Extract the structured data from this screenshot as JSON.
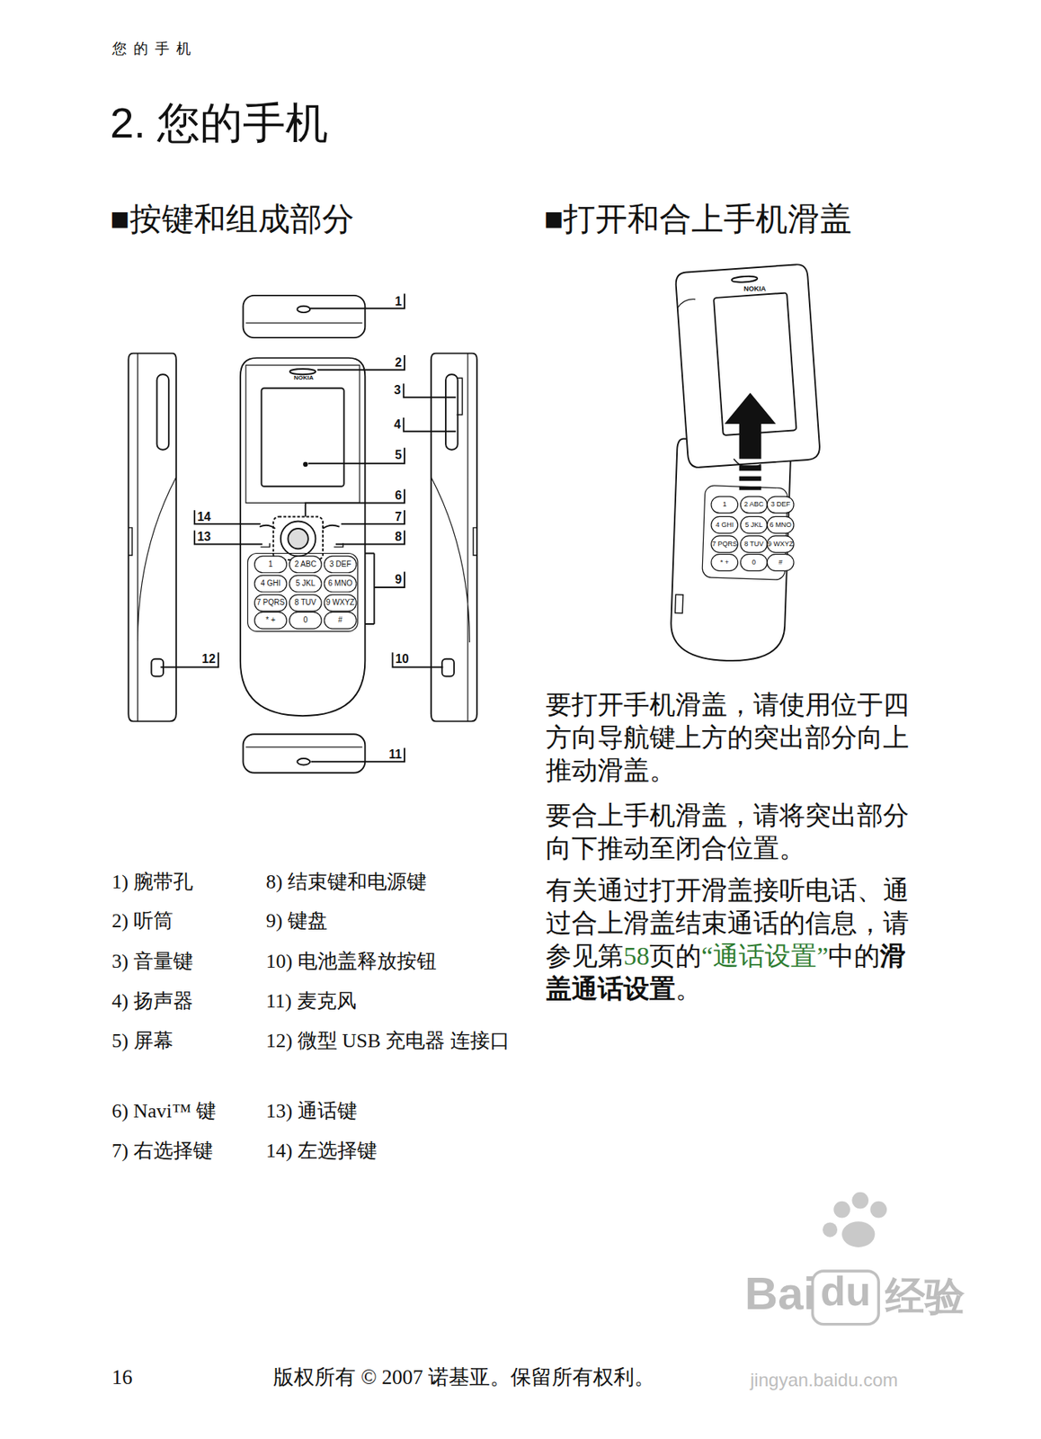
{
  "diagram": {
    "title": "2. 您的手机",
    "labels": [
      "您 的 手 机",
      "■按键和组成部分",
      "■打开和合上手机滑盖",
      "1",
      "2",
      "3",
      "4",
      "5",
      "6",
      "7",
      "8",
      "9",
      "10",
      "11",
      "12",
      "13",
      "14",
      "1) 腕带孔",
      "2) 听筒",
      "3) 音量键",
      "4) 扬声器",
      "5) 屏幕",
      "6) Navi™ 键",
      "7) 右选择键",
      "8) 结束键和电源键",
      "9) 键盘",
      "10) 电池盖释放按钮",
      "11) 麦克风",
      "12) 微型 USB 充电器 连接口",
      "13) 通话键",
      "14) 左选择键",
      "要打开手机滑盖，请使用位于四方向导航键上方的突出部分向上推动滑盖。",
      "要合上手机滑盖，请将突出部分向下推动至闭合位置。",
      "有关通过打开滑盖接听电话、通过合上滑盖结束通话的信息，请参见第",
      "58",
      "页的",
      "“通话设置”",
      "中的",
      "滑盖通话设置",
      "。",
      "16",
      "版权所有 © 2007 诺基亚。保留所有权利。",
      "NOKIA",
      "NOKIA",
      "1",
      "2 ABC",
      "3 DEF",
      "4 GHI",
      "5 JKL",
      "6 MNO",
      "7 PQRS",
      "8 TUV",
      "9 WXYZ",
      "* +",
      "0",
      "#",
      "1",
      "2 ABC",
      "3 DEF",
      "4 GHI",
      "5 JKL",
      "6 MNO",
      "7 PQRS",
      "8 TUV",
      "9 WXYZ",
      "* +",
      "0",
      "#",
      "Bai",
      "du",
      "经验",
      "jingyan.baidu.com"
    ]
  }
}
